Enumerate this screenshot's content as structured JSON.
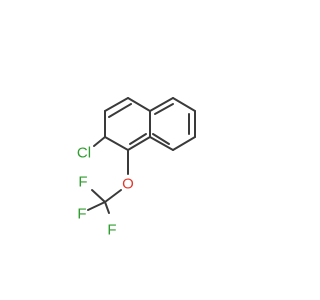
{
  "molecule": {
    "atoms": {
      "chlorine": "Cl",
      "oxygen": "O",
      "fluorine_1": "F",
      "fluorine_2": "F",
      "fluorine_3": "F"
    }
  },
  "colors": {
    "bond": "#3a3a3a",
    "chlorine": "#2e9e2e",
    "oxygen": "#e03a2e",
    "fluorine": "#2e9e2e"
  }
}
